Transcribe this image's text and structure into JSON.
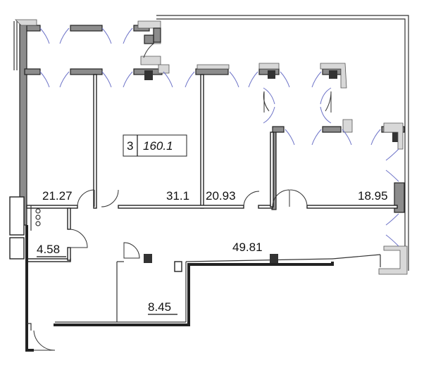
{
  "apartment": {
    "rooms_count": "3",
    "total_area": "160.1"
  },
  "rooms": [
    {
      "id": "room-a",
      "area": "21.27"
    },
    {
      "id": "room-b",
      "area": "31.1"
    },
    {
      "id": "room-c",
      "area": "20.93"
    },
    {
      "id": "room-d",
      "area": "18.95"
    },
    {
      "id": "bathroom",
      "area": "4.58"
    },
    {
      "id": "hall",
      "area": "49.81"
    },
    {
      "id": "storage",
      "area": "8.45"
    }
  ]
}
